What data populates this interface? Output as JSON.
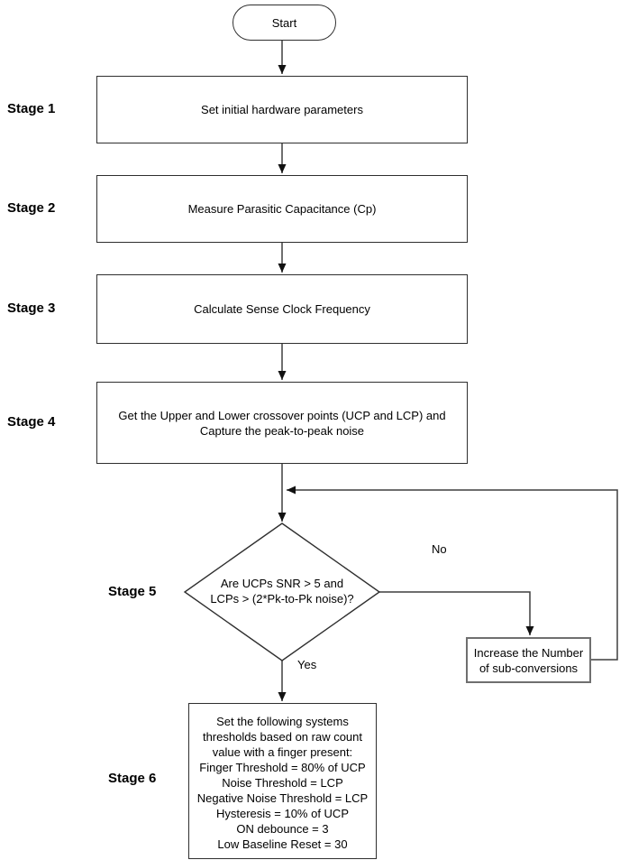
{
  "flowchart": {
    "start": "Start",
    "stage_labels": [
      "Stage 1",
      "Stage 2",
      "Stage 3",
      "Stage 4",
      "Stage 5",
      "Stage 6"
    ],
    "boxes": {
      "stage1": "Set initial hardware parameters",
      "stage2": "Measure Parasitic Capacitance (Cp)",
      "stage3": "Calculate Sense Clock Frequency",
      "stage4": "Get the Upper and Lower crossover points (UCP and LCP) and\nCapture the peak-to-peak noise",
      "decision": "Are UCPs SNR > 5 and\nLCPs > (2*Pk-to-Pk noise)?",
      "increase": "Increase the Number\nof sub-conversions",
      "stage6": "Set the following systems\nthresholds based on raw count\nvalue with a finger present:\nFinger Threshold = 80% of UCP\nNoise Threshold = LCP\nNegative Noise Threshold = LCP\nHysteresis = 10% of UCP\nON debounce = 3\nLow Baseline Reset = 30"
    },
    "branch_labels": {
      "yes": "Yes",
      "no": "No"
    },
    "colors": {
      "line": "#3f3f3f",
      "arrowhead": "#111111",
      "shape_fill": "#ffffff",
      "text": "#000000"
    }
  }
}
